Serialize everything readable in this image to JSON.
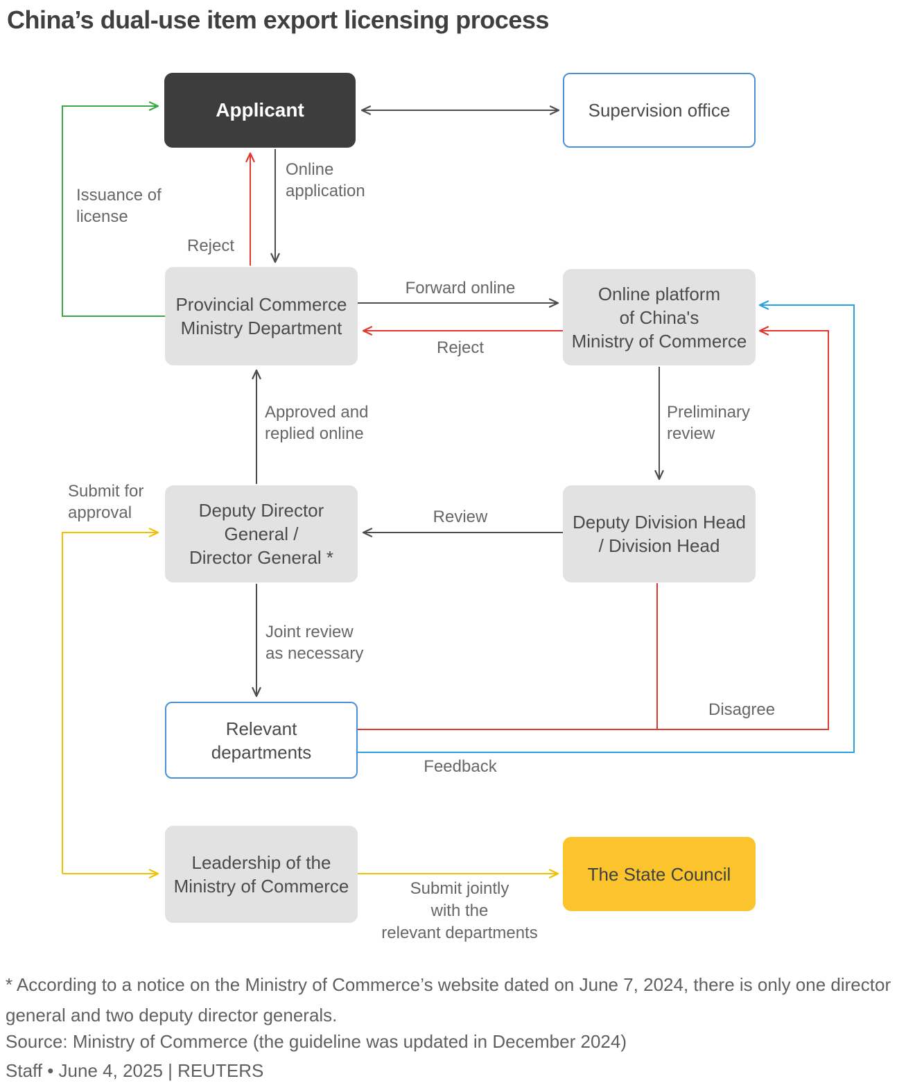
{
  "title": "China’s dual-use item export licensing process",
  "nodes": {
    "applicant": {
      "label": [
        "Applicant"
      ]
    },
    "supervision": {
      "label": [
        "Supervision office"
      ]
    },
    "provincial": {
      "label": [
        "Provincial Commerce",
        "Ministry Department"
      ]
    },
    "online_platform": {
      "label": [
        "Online platform",
        "of China's",
        "Ministry of Commerce"
      ]
    },
    "deputy_dg": {
      "label": [
        "Deputy Director",
        "General /",
        "Director General *"
      ]
    },
    "division_head": {
      "label": [
        "Deputy Division Head",
        "/ Division Head"
      ]
    },
    "relevant": {
      "label": [
        "Relevant",
        "departments"
      ]
    },
    "leadership": {
      "label": [
        "Leadership of the",
        "Ministry of Commerce"
      ]
    },
    "state_council": {
      "label": [
        "The State Council"
      ]
    }
  },
  "edge_labels": {
    "online_application": [
      "Online",
      "application"
    ],
    "issuance_of_license": [
      "Issuance of",
      "license"
    ],
    "reject_to_applicant": "Reject",
    "forward_online": "Forward online",
    "reject_to_provincial": "Reject",
    "preliminary_review": [
      "Preliminary",
      "review"
    ],
    "approved_replied": [
      "Approved and",
      "replied online"
    ],
    "submit_for_approval": [
      "Submit for",
      "approval"
    ],
    "review": "Review",
    "joint_review": [
      "Joint review",
      "as necessary"
    ],
    "disagree": "Disagree",
    "feedback": "Feedback",
    "submit_jointly": [
      "Submit jointly",
      "with the",
      "relevant departments"
    ]
  },
  "footer": {
    "footnote": "* According to a notice on the Ministry of Commerce’s website dated on June 7, 2024, there is only one director general and two deputy director generals.",
    "source": "Source: Ministry of Commerce (the guideline was updated in December 2024)",
    "byline": "Staff • June 4, 2025 | REUTERS"
  },
  "colors": {
    "dark_box": "#3d3d3d",
    "gray_box": "#e2e2e2",
    "outline_blue": "#4a90d8",
    "gold_box": "#fbc42d",
    "arrow_dark": "#4d4d4d",
    "arrow_red": "#e0382d",
    "arrow_green": "#39a845",
    "arrow_yellow": "#f3c000",
    "arrow_blue": "#29a2e0"
  }
}
